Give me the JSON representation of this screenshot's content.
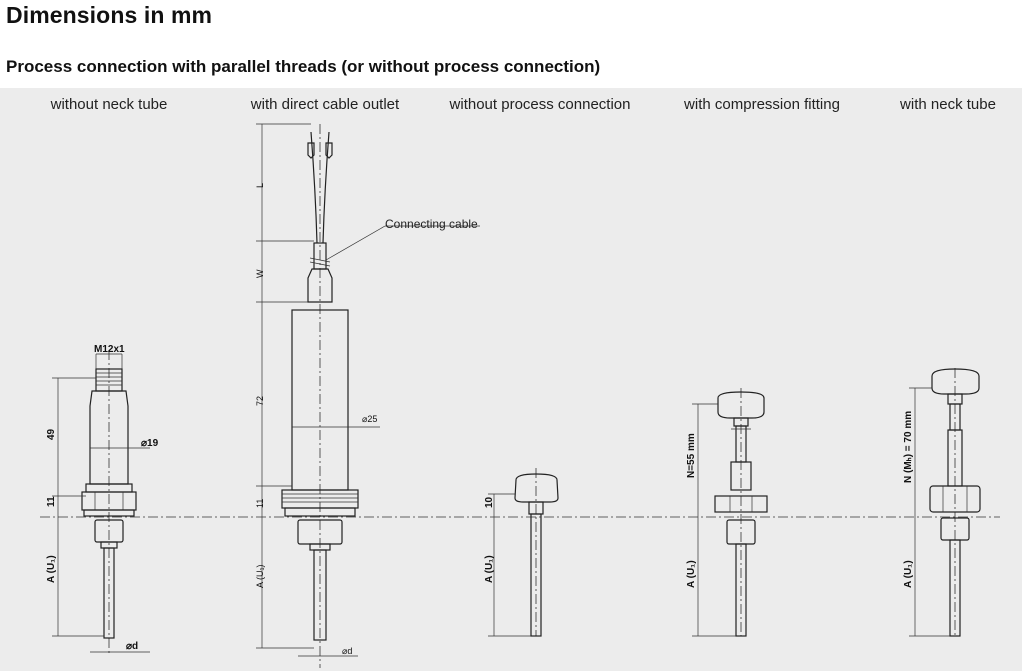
{
  "title": "Dimensions in mm",
  "subtitle": "Process connection with parallel threads (or without process connection)",
  "variants": [
    {
      "label": "without neck tube"
    },
    {
      "label": "with direct cable outlet"
    },
    {
      "label": "without process connection"
    },
    {
      "label": "with compression fitting"
    },
    {
      "label": "with neck tube"
    }
  ],
  "annotations": {
    "m12": "M12x1",
    "d49": "49",
    "d11a": "11",
    "d19": "⌀19",
    "a_u1": "A (U₁)",
    "od1": "⌀d",
    "L": "L",
    "W": "W",
    "cable": "Connecting cable",
    "d72": "72",
    "d25": "⌀25",
    "d11b": "11",
    "a_u2": "A (U₁)",
    "od2": "⌀d",
    "d10": "10",
    "a_u3": "A (U₁)",
    "n55": "N=55 mm",
    "a_u4": "A (U₁)",
    "n70": "N (Mₕ) = 70 mm",
    "a_u5": "A (U₁)"
  }
}
